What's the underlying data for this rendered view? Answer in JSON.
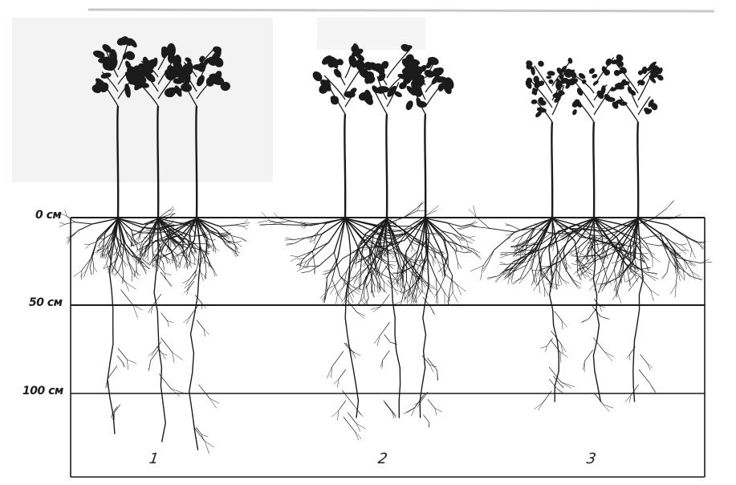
{
  "depth_labels": [
    "0 см",
    "50 см",
    "100 см"
  ],
  "groups": [
    {
      "number": "1"
    },
    {
      "number": "2"
    },
    {
      "number": "3"
    }
  ],
  "colors": {
    "ink": "#1b1b1b",
    "paper": "#ffffff",
    "shadow": "#e6e6e6"
  }
}
